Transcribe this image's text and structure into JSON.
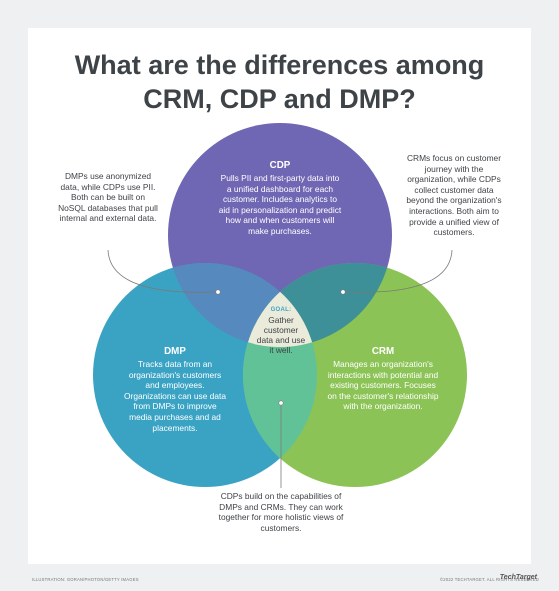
{
  "title": {
    "line1": "What are the differences among",
    "line2": "CRM, CDP and DMP?"
  },
  "colors": {
    "cdp": "#6f67b3",
    "dmp": "#3aa3c4",
    "crm": "#8cc356",
    "center": "#ebebdc",
    "title": "#3e4347"
  },
  "cdp": {
    "label": "CDP",
    "text": "Pulls PII and first-party data into a unified dashboard for each customer. Includes analytics to aid in personalization and predict how and when customers will make purchases."
  },
  "dmp": {
    "label": "DMP",
    "text": "Tracks data from an organization's customers and employees. Organizations can use data from DMPs to improve media purchases and ad placements."
  },
  "crm": {
    "label": "CRM",
    "text": "Manages an organization's interactions with potential and existing customers. Focuses on the customer's relationship with the organization."
  },
  "goal": {
    "label": "GOAL:",
    "text": "Gather customer data and use it well."
  },
  "callouts": {
    "left": "DMPs use anonymized data, while CDPs use PII. Both can be built on NoSQL databases that pull internal and external data.",
    "right": "CRMs focus on customer journey with the organization, while CDPs collect customer data beyond the organization's interactions. Both aim to provide a unified view of customers.",
    "bottom": "CDPs build on the capabilities of DMPs and CRMs. They can work together for more holistic views of customers."
  },
  "footer": {
    "left": "ILLUSTRATION: GORAN/PHOTON/GETTY IMAGES",
    "right": "©2022 TECHTARGET. ALL RIGHTS RESERVED",
    "brand": "TechTarget"
  }
}
